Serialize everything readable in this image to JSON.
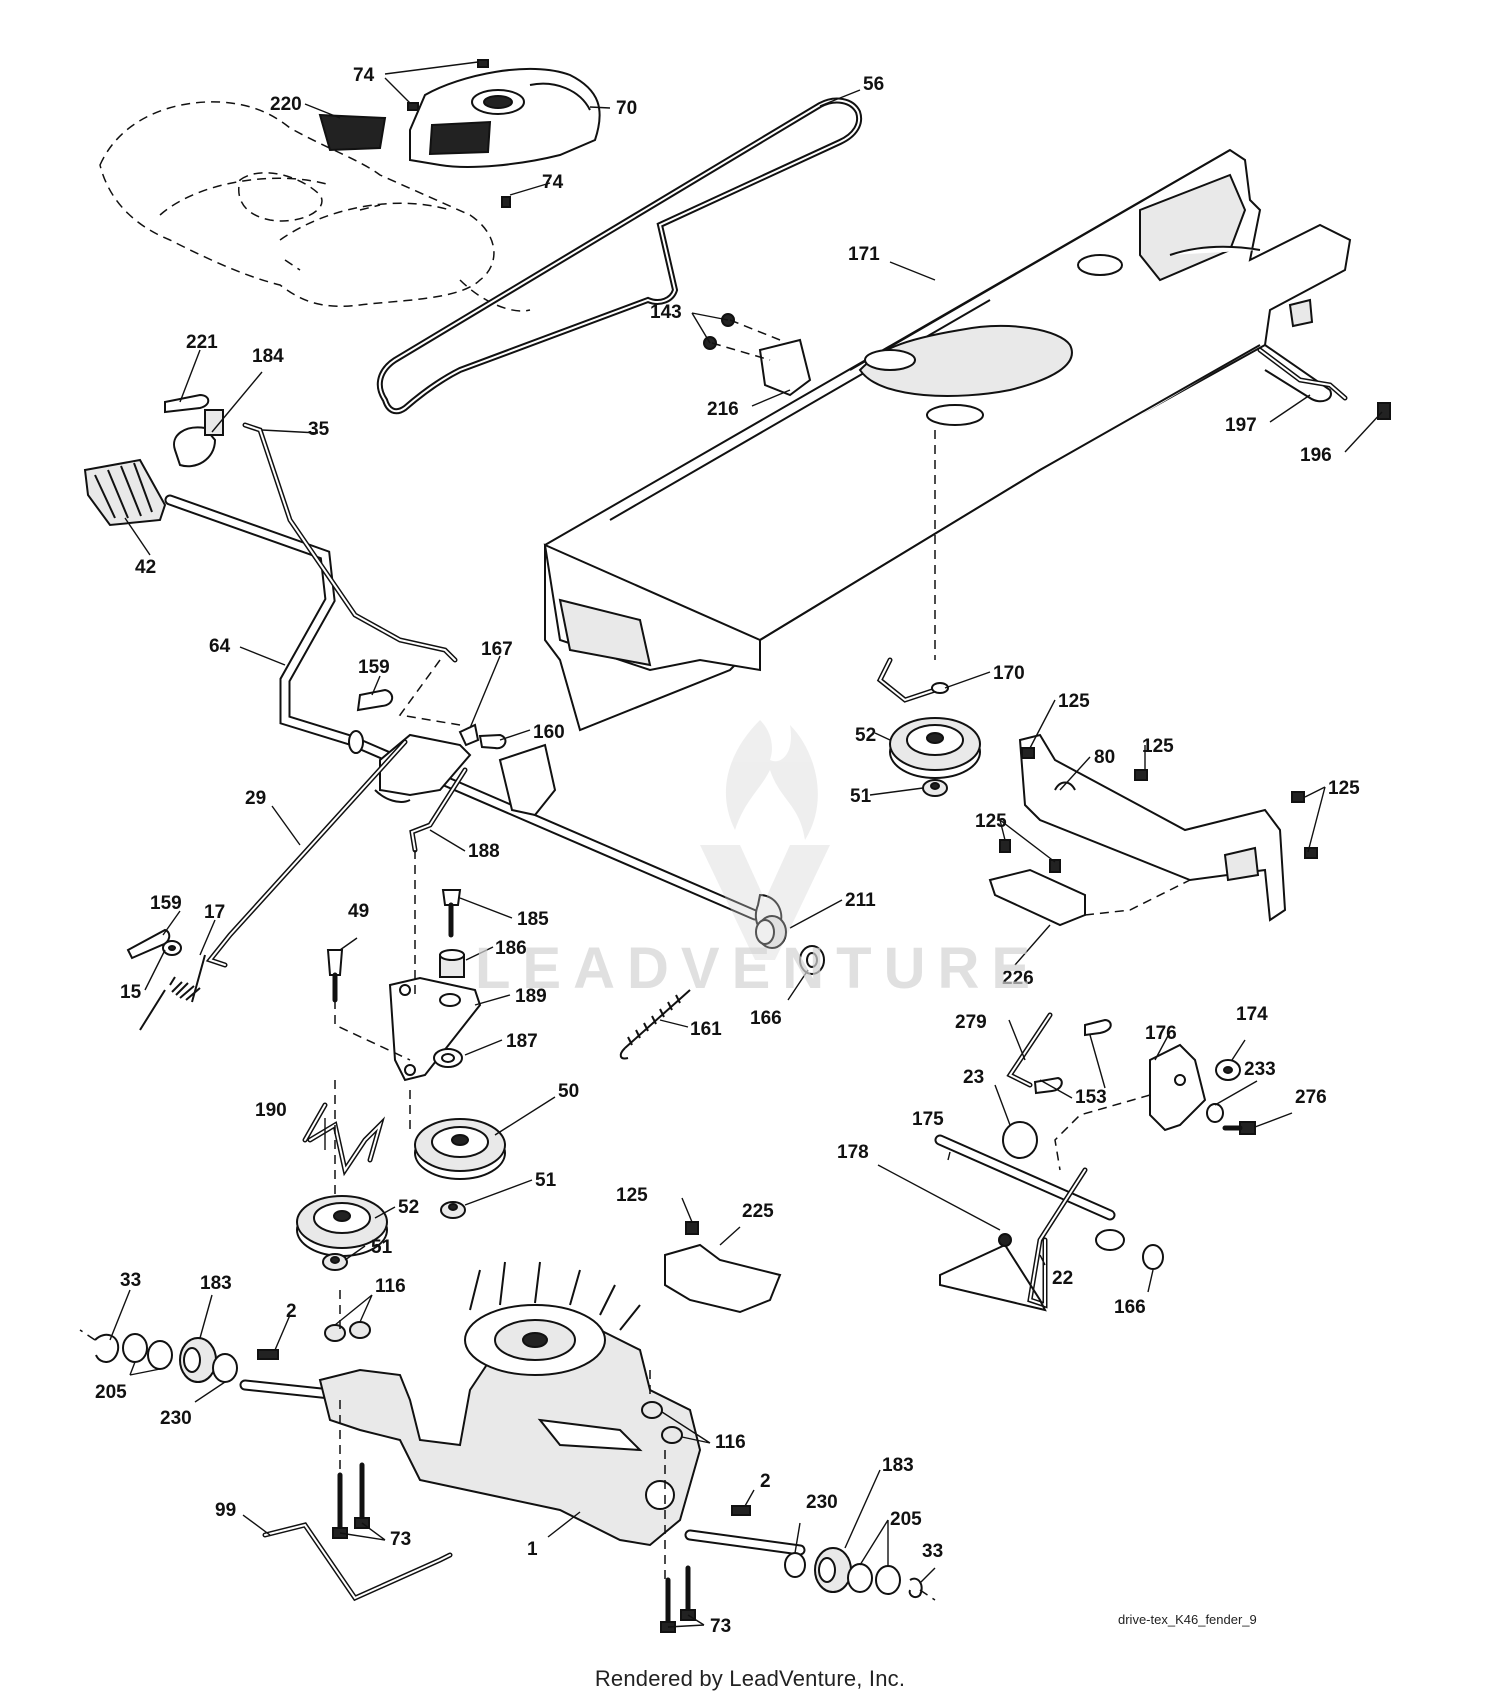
{
  "diagram": {
    "drawing_id": "drive-tex_K46_fender_9",
    "footer": "Rendered by LeadVenture, Inc.",
    "watermark": "LEADVENTURE",
    "callouts": [
      {
        "id": "c1",
        "label": "74"
      },
      {
        "id": "c2",
        "label": "70"
      },
      {
        "id": "c3",
        "label": "220"
      },
      {
        "id": "c4",
        "label": "74"
      },
      {
        "id": "c5",
        "label": "56"
      },
      {
        "id": "c6",
        "label": "171"
      },
      {
        "id": "c7",
        "label": "143"
      },
      {
        "id": "c8",
        "label": "216"
      },
      {
        "id": "c9",
        "label": "197"
      },
      {
        "id": "c10",
        "label": "196"
      },
      {
        "id": "c11",
        "label": "221"
      },
      {
        "id": "c12",
        "label": "184"
      },
      {
        "id": "c13",
        "label": "35"
      },
      {
        "id": "c14",
        "label": "42"
      },
      {
        "id": "c15",
        "label": "64"
      },
      {
        "id": "c16",
        "label": "159"
      },
      {
        "id": "c17",
        "label": "167"
      },
      {
        "id": "c18",
        "label": "160"
      },
      {
        "id": "c19",
        "label": "170"
      },
      {
        "id": "c20",
        "label": "125"
      },
      {
        "id": "c21",
        "label": "52"
      },
      {
        "id": "c22",
        "label": "80"
      },
      {
        "id": "c23",
        "label": "125"
      },
      {
        "id": "c24",
        "label": "51"
      },
      {
        "id": "c25",
        "label": "125"
      },
      {
        "id": "c26",
        "label": "29"
      },
      {
        "id": "c27",
        "label": "188"
      },
      {
        "id": "c28",
        "label": "125"
      },
      {
        "id": "c29",
        "label": "211"
      },
      {
        "id": "c30",
        "label": "159"
      },
      {
        "id": "c31",
        "label": "17"
      },
      {
        "id": "c32",
        "label": "49"
      },
      {
        "id": "c33",
        "label": "185"
      },
      {
        "id": "c34",
        "label": "186"
      },
      {
        "id": "c35",
        "label": "15"
      },
      {
        "id": "c36",
        "label": "189"
      },
      {
        "id": "c37",
        "label": "166"
      },
      {
        "id": "c38",
        "label": "226"
      },
      {
        "id": "c39",
        "label": "161"
      },
      {
        "id": "c40",
        "label": "187"
      },
      {
        "id": "c41",
        "label": "279"
      },
      {
        "id": "c42",
        "label": "176"
      },
      {
        "id": "c43",
        "label": "174"
      },
      {
        "id": "c44",
        "label": "23"
      },
      {
        "id": "c45",
        "label": "233"
      },
      {
        "id": "c46",
        "label": "153"
      },
      {
        "id": "c47",
        "label": "276"
      },
      {
        "id": "c48",
        "label": "190"
      },
      {
        "id": "c49",
        "label": "50"
      },
      {
        "id": "c50",
        "label": "175"
      },
      {
        "id": "c51",
        "label": "51"
      },
      {
        "id": "c52",
        "label": "178"
      },
      {
        "id": "c53",
        "label": "52"
      },
      {
        "id": "c54",
        "label": "125"
      },
      {
        "id": "c55",
        "label": "225"
      },
      {
        "id": "c56",
        "label": "51"
      },
      {
        "id": "c57",
        "label": "22"
      },
      {
        "id": "c58",
        "label": "166"
      },
      {
        "id": "c59",
        "label": "33"
      },
      {
        "id": "c60",
        "label": "183"
      },
      {
        "id": "c61",
        "label": "116"
      },
      {
        "id": "c62",
        "label": "2"
      },
      {
        "id": "c63",
        "label": "205"
      },
      {
        "id": "c64",
        "label": "230"
      },
      {
        "id": "c65",
        "label": "116"
      },
      {
        "id": "c66",
        "label": "2"
      },
      {
        "id": "c67",
        "label": "183"
      },
      {
        "id": "c68",
        "label": "99"
      },
      {
        "id": "c69",
        "label": "230"
      },
      {
        "id": "c70",
        "label": "73"
      },
      {
        "id": "c71",
        "label": "205"
      },
      {
        "id": "c72",
        "label": "1"
      },
      {
        "id": "c73",
        "label": "33"
      },
      {
        "id": "c74",
        "label": "73"
      }
    ]
  }
}
